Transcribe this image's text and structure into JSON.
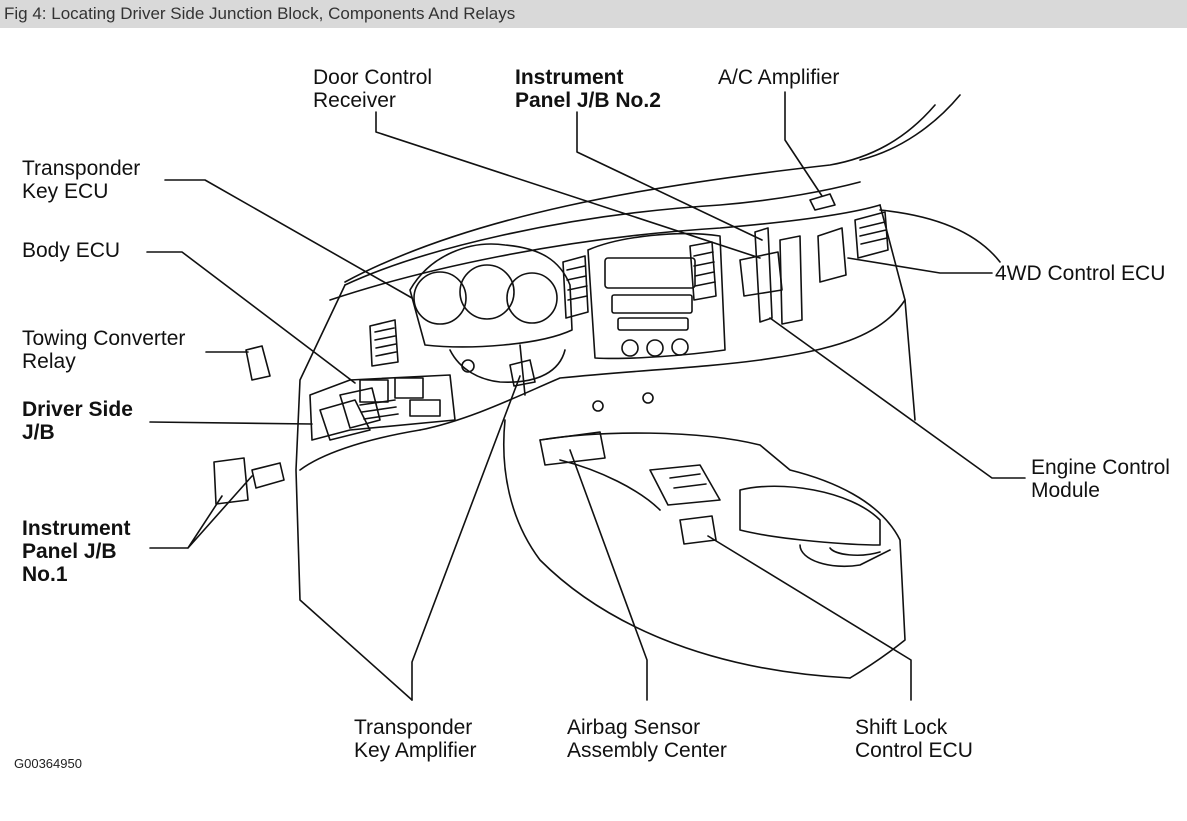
{
  "figure_caption": "Fig 4: Locating Driver Side Junction Block, Components And Relays",
  "figure_code": "G00364950",
  "labels": {
    "door_control_receiver": "Door Control\nReceiver",
    "instrument_panel_jb_no2": "Instrument\nPanel J/B No.2",
    "ac_amplifier": "A/C Amplifier",
    "transponder_key_ecu": "Transponder\nKey ECU",
    "body_ecu": "Body ECU",
    "towing_converter_relay": "Towing Converter\nRelay",
    "driver_side_jb": "Driver Side\nJ/B",
    "instrument_panel_jb_no1": "Instrument\nPanel J/B\nNo.1",
    "fourwd_control_ecu": "4WD Control ECU",
    "engine_control_module": "Engine Control\nModule",
    "transponder_key_amplifier": "Transponder\nKey Amplifier",
    "airbag_sensor_assembly_center": "Airbag Sensor\nAssembly Center",
    "shift_lock_control_ecu": "Shift Lock\nControl ECU"
  }
}
